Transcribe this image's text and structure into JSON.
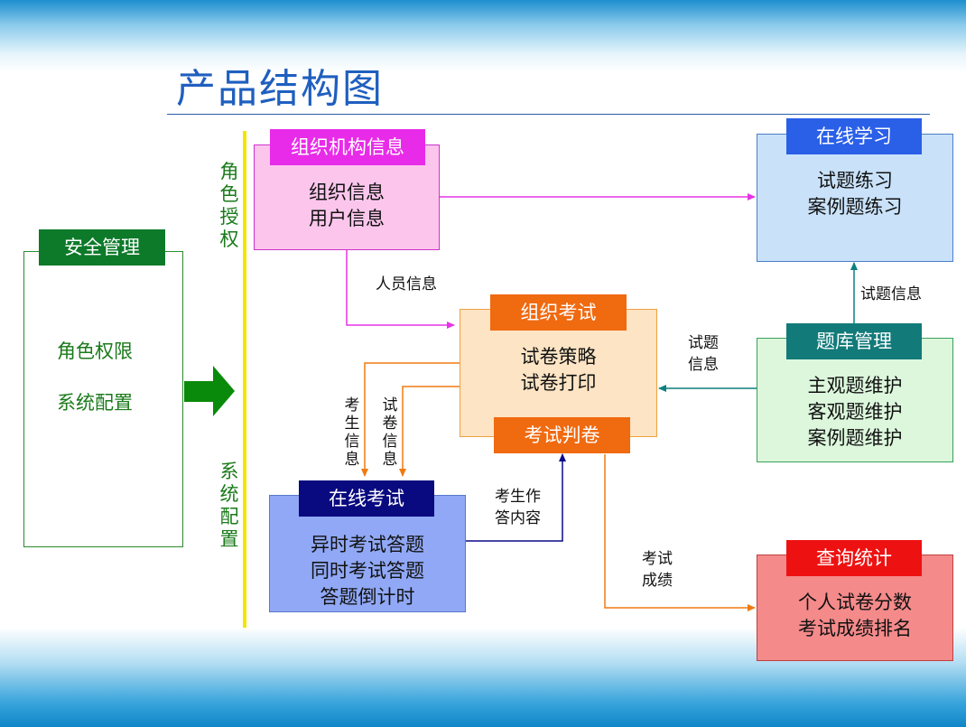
{
  "title": "产品结构图",
  "colors": {
    "accent_blue": "#1f5fbf",
    "green": "#1a7a1a",
    "magenta": "#e633e6",
    "orange": "#f07a10",
    "teal": "#0f7f7f",
    "navy": "#0a0a8a",
    "red": "#ee1111",
    "yellow_line": "#f2e600"
  },
  "security": {
    "header": "安全管理",
    "items": [
      "角色权限",
      "系统配置"
    ]
  },
  "side_labels": {
    "top": "角色授权",
    "bottom": "系统配置"
  },
  "org_info": {
    "header": "组织机构信息",
    "items": [
      "组织信息",
      "用户信息"
    ]
  },
  "online_learning": {
    "header": "在线学习",
    "items": [
      "试题练习",
      "案例题练习"
    ]
  },
  "org_exam": {
    "header": "组织考试",
    "items": [
      "试卷策略",
      "试卷打印"
    ],
    "footer": "考试判卷"
  },
  "question_bank": {
    "header": "题库管理",
    "items": [
      "主观题维护",
      "客观题维护",
      "案例题维护"
    ]
  },
  "online_exam": {
    "header": "在线考试",
    "items": [
      "异时考试答题",
      "同时考试答题",
      "答题倒计时"
    ]
  },
  "query_stats": {
    "header": "查询统计",
    "items": [
      "个人试卷分数",
      "考试成绩排名"
    ]
  },
  "flow_labels": {
    "personnel_info": "人员信息",
    "question_info_up": "试题信息",
    "question_info_left": [
      "试题",
      "信息"
    ],
    "examinee_info": "考生信息",
    "paper_info": "试卷信息",
    "answer_content": [
      "考生作",
      "答内容"
    ],
    "exam_score": [
      "考试",
      "成绩"
    ]
  }
}
